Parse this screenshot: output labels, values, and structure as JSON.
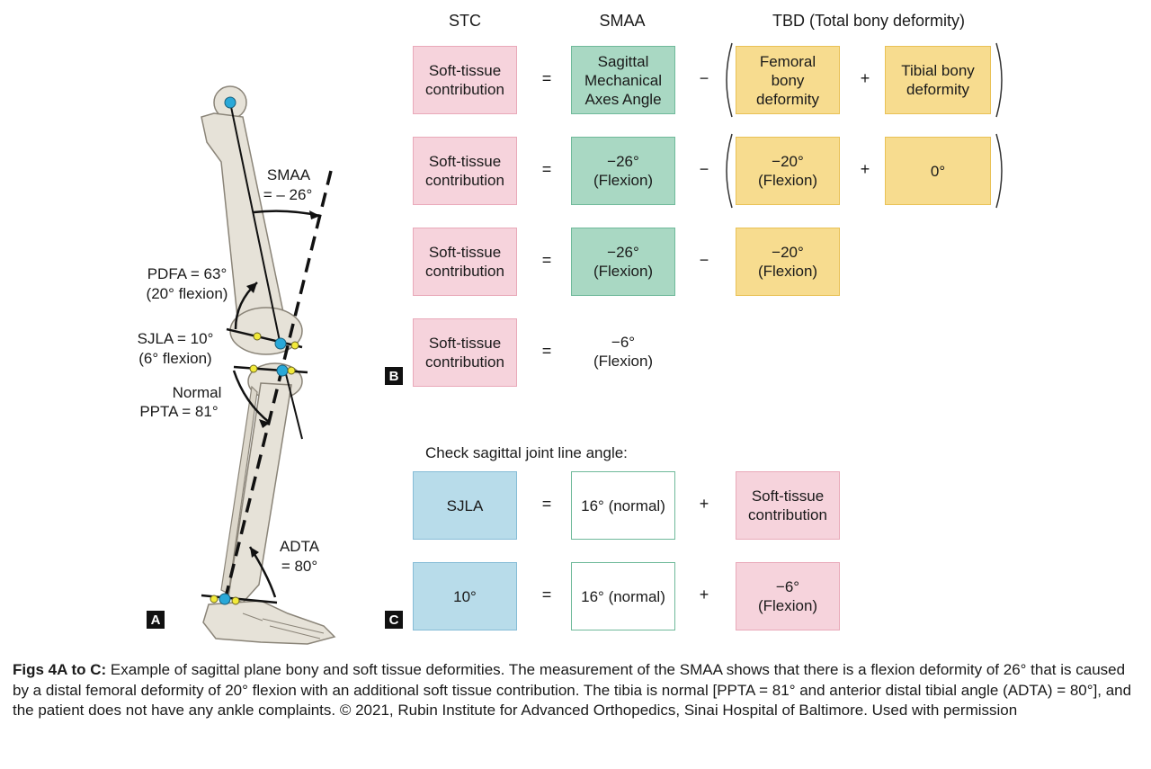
{
  "headers": {
    "stc": "STC",
    "smaa": "SMAA",
    "tbd": "TBD (Total bony deformity)"
  },
  "panel_b": {
    "tag": "B",
    "rows": [
      {
        "stc": "Soft-tissue contribution",
        "eq": "=",
        "smaa": "Sagittal Mechanical Axes Angle",
        "minus": "−",
        "femoral": "Femoral bony deformity",
        "plus": "+",
        "tibial": "Tibial bony deformity"
      },
      {
        "stc": "Soft-tissue contribution",
        "eq": "=",
        "smaa": "−26° (Flexion)",
        "minus": "−",
        "femoral": "−20° (Flexion)",
        "plus": "+",
        "tibial": "0°"
      },
      {
        "stc": "Soft-tissue contribution",
        "eq": "=",
        "smaa": "−26° (Flexion)",
        "minus": "−",
        "femoral": "−20° (Flexion)"
      },
      {
        "stc": "Soft-tissue contribution",
        "eq": "=",
        "result": "−6° (Flexion)"
      }
    ]
  },
  "panel_c": {
    "tag": "C",
    "title": "Check sagittal joint line angle:",
    "rows": [
      {
        "sjla": "SJLA",
        "eq": "=",
        "normal": "16° (normal)",
        "plus": "+",
        "stc": "Soft-tissue contribution"
      },
      {
        "sjla": "10°",
        "eq": "=",
        "normal": "16° (normal)",
        "plus": "+",
        "stc": "−6° (Flexion)"
      }
    ]
  },
  "panel_a": {
    "tag": "A",
    "labels": {
      "smaa_name": "SMAA",
      "smaa_val": "= – 26°",
      "pdfa_val": "PDFA = 63°",
      "pdfa_note": "(20° flexion)",
      "sjla_val": "SJLA = 10°",
      "sjla_note": "(6° flexion)",
      "pp_normal": "Normal",
      "pp_val": "PPTA = 81°",
      "adta_name": "ADTA",
      "adta_val": "= 80°"
    }
  },
  "caption": {
    "bold": "Figs 4A to C:",
    "text": " Example of sagittal plane bony and soft tissue deformities. The measurement of the SMAA shows that there is a flexion deformity of 26° that is caused by a distal femoral deformity of 20° flexion with an additional soft tissue contribution. The tibia is normal [PPTA = 81° and anterior distal tibial angle (ADTA) = 80°], and the patient does not have any ankle complaints. © 2021, Rubin Institute for Advanced Orthopedics, Sinai Hospital of Baltimore. Used with permission"
  },
  "colors": {
    "pink": "#f6d3dc",
    "green": "#a9d8c3",
    "yellow": "#f7dc8f",
    "blue": "#b8dcea",
    "bone": "#e6e2d8",
    "joint_point": "#29a8d8",
    "landmark": "#f2ea3a"
  }
}
